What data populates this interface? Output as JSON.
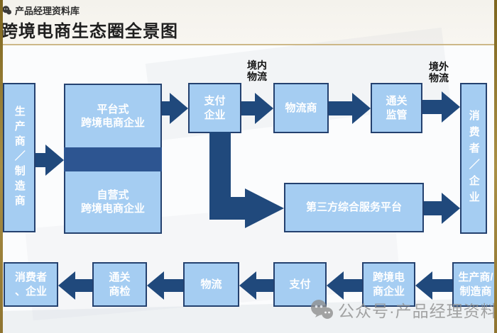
{
  "page": {
    "watermark_top": "产品经理资料库",
    "title": "跨境电商生态圈全景图",
    "watermark_bottom": "公众号·产品经理资料"
  },
  "icons": {
    "top_brand_icon": "wechat-logo-dark",
    "bottom_brand_icon": "wechat-logo-gray"
  },
  "flow_top": {
    "producer": "生产商／制造商",
    "platform_label": "平台式\n跨境电商企业",
    "self_operated_label": "自营式\n跨境电商企业",
    "payment": "支付\n企业",
    "logistics_provider": "物流商",
    "customs_supervision": "通关\n监管",
    "third_party_platform": "第三方综合服务平台",
    "consumer": "消费者／企业",
    "domestic_logistics_label": "境内\n物流",
    "overseas_logistics_label": "境外\n物流"
  },
  "flow_bottom": {
    "consumer": "消费者\n、企业",
    "customs_inspection": "通关\n商检",
    "logistics": "物流",
    "payment": "支付",
    "cbec_enterprise": "跨境电\n商企业",
    "producer": "生产商/\n制造商"
  },
  "colors": {
    "box_fill": "#a5cdf2",
    "box_border": "#24416f",
    "arrow": "#20497c",
    "band": "#2d5591",
    "gold_line": "#cdb888",
    "gold_edge": "#8f7430",
    "ink": "#1f1f1f",
    "wm_gray": "#8f8f8f"
  }
}
